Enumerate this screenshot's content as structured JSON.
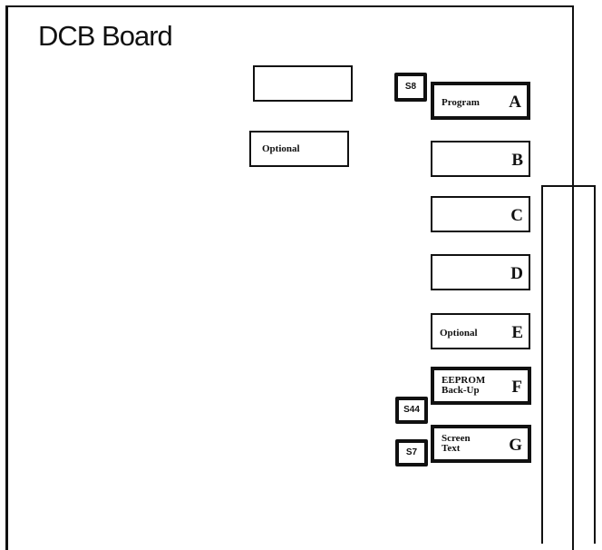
{
  "title": "DCB Board",
  "boxes": {
    "blank_top": {
      "label": ""
    },
    "optional_left": {
      "label": "Optional"
    },
    "a": {
      "label": "Program",
      "letter": "A"
    },
    "b": {
      "label": "",
      "letter": "B"
    },
    "c": {
      "label": "",
      "letter": "C"
    },
    "d": {
      "label": "",
      "letter": "D"
    },
    "e": {
      "label": "Optional",
      "letter": "E"
    },
    "f": {
      "label_line1": "EEPROM",
      "label_line2": "Back-Up",
      "letter": "F"
    },
    "g": {
      "label_line1": "Screen",
      "label_line2": "Text",
      "letter": "G"
    }
  },
  "tags": {
    "s8": "S8",
    "s44": "S44",
    "s7": "S7"
  }
}
